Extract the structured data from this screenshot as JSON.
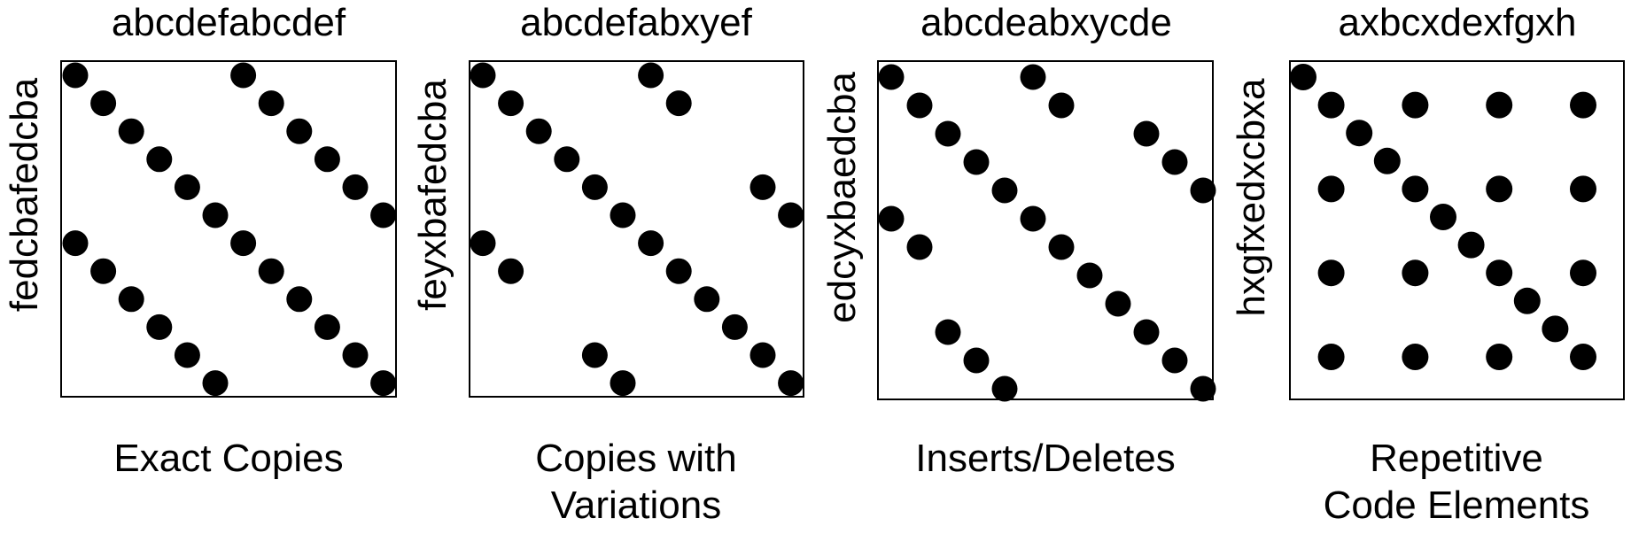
{
  "panels": [
    {
      "top_label": "abcdefabcdef",
      "side_label": "fedcbafedcba",
      "caption": [
        "Exact Copies"
      ],
      "grid_size": 12,
      "dots": [
        [
          0,
          0
        ],
        [
          1,
          1
        ],
        [
          2,
          2
        ],
        [
          3,
          3
        ],
        [
          4,
          4
        ],
        [
          5,
          5
        ],
        [
          6,
          6
        ],
        [
          7,
          7
        ],
        [
          8,
          8
        ],
        [
          9,
          9
        ],
        [
          10,
          10
        ],
        [
          11,
          11
        ],
        [
          6,
          0
        ],
        [
          7,
          1
        ],
        [
          8,
          2
        ],
        [
          9,
          3
        ],
        [
          10,
          4
        ],
        [
          11,
          5
        ],
        [
          0,
          6
        ],
        [
          1,
          7
        ],
        [
          2,
          8
        ],
        [
          3,
          9
        ],
        [
          4,
          10
        ],
        [
          5,
          11
        ]
      ]
    },
    {
      "top_label": "abcdefabxyef",
      "side_label": "feyxbafedcba",
      "caption": [
        "Copies with",
        "Variations"
      ],
      "grid_size": 12,
      "dots": [
        [
          0,
          0
        ],
        [
          1,
          1
        ],
        [
          2,
          2
        ],
        [
          3,
          3
        ],
        [
          4,
          4
        ],
        [
          5,
          5
        ],
        [
          6,
          6
        ],
        [
          7,
          7
        ],
        [
          8,
          8
        ],
        [
          9,
          9
        ],
        [
          10,
          10
        ],
        [
          11,
          11
        ],
        [
          6,
          0
        ],
        [
          7,
          1
        ],
        [
          10,
          4
        ],
        [
          11,
          5
        ],
        [
          0,
          6
        ],
        [
          1,
          7
        ],
        [
          4,
          10
        ],
        [
          5,
          11
        ]
      ]
    },
    {
      "top_label": "abcdeabxycde",
      "side_label": "edcyxbaedcba",
      "caption": [
        "Inserts/Deletes"
      ],
      "grid_size": 12,
      "dots": [
        [
          0,
          0
        ],
        [
          1,
          1
        ],
        [
          2,
          2
        ],
        [
          3,
          3
        ],
        [
          4,
          4
        ],
        [
          5,
          5
        ],
        [
          6,
          6
        ],
        [
          7,
          7
        ],
        [
          8,
          8
        ],
        [
          9,
          9
        ],
        [
          10,
          10
        ],
        [
          11,
          11
        ],
        [
          5,
          0
        ],
        [
          6,
          1
        ],
        [
          9,
          2
        ],
        [
          10,
          3
        ],
        [
          11,
          4
        ],
        [
          0,
          5
        ],
        [
          1,
          6
        ],
        [
          2,
          9
        ],
        [
          3,
          10
        ],
        [
          4,
          11
        ]
      ]
    },
    {
      "top_label": "axbcxdexfgxh",
      "side_label": "hxgfxedxcbxa",
      "caption": [
        "Repetitive",
        "Code Elements"
      ],
      "grid_size": 11,
      "dots": [
        [
          0,
          0
        ],
        [
          1,
          1
        ],
        [
          2,
          2
        ],
        [
          3,
          3
        ],
        [
          4,
          4
        ],
        [
          5,
          5
        ],
        [
          6,
          6
        ],
        [
          7,
          7
        ],
        [
          8,
          8
        ],
        [
          9,
          9
        ],
        [
          10,
          10
        ],
        [
          4,
          1
        ],
        [
          7,
          1
        ],
        [
          10,
          1
        ],
        [
          1,
          4
        ],
        [
          7,
          4
        ],
        [
          10,
          4
        ],
        [
          1,
          7
        ],
        [
          4,
          7
        ],
        [
          10,
          7
        ],
        [
          1,
          10
        ],
        [
          4,
          10
        ],
        [
          7,
          10
        ]
      ]
    }
  ]
}
